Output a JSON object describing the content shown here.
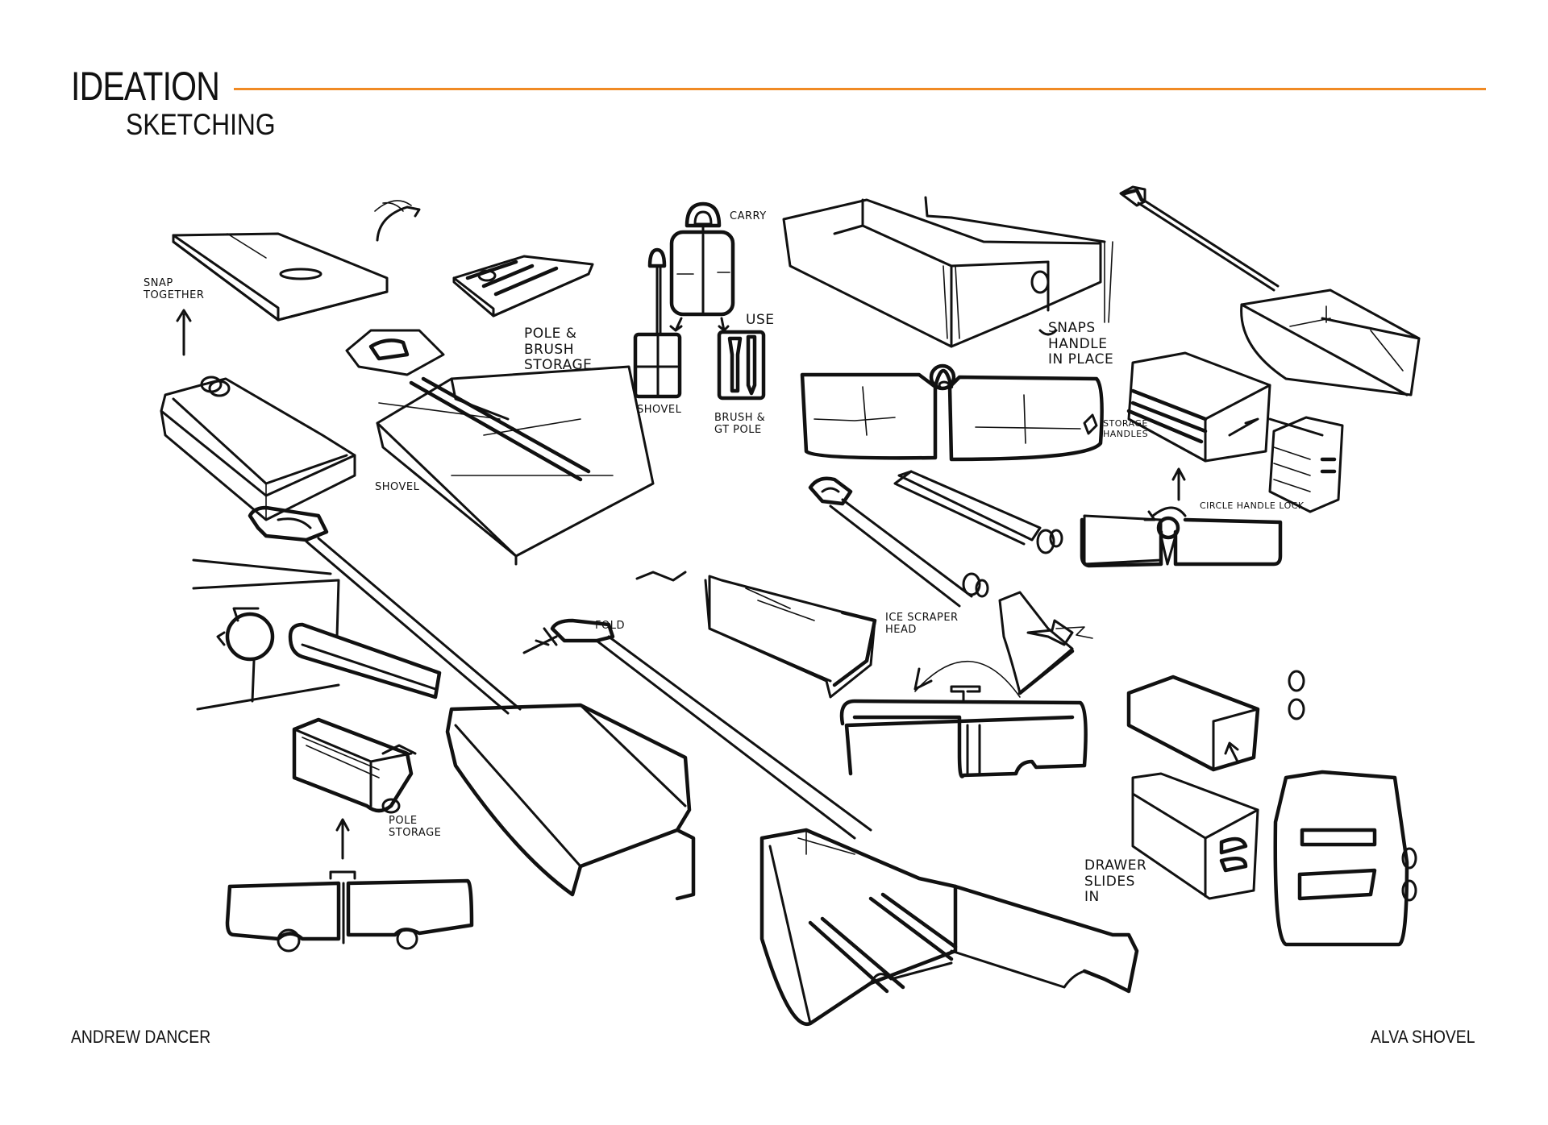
{
  "header": {
    "title": "IDEATION",
    "subtitle": "SKETCHING",
    "accent_color": "#f08a24"
  },
  "footer": {
    "author": "ANDREW DANCER",
    "project": "ALVA SHOVEL"
  },
  "annotations": {
    "snap_together": "SNAP\nTOGETHER",
    "pole_brush_storage": "Pole &\nBrush\nStorage",
    "shovel_1": "SHOVEL",
    "carry": "CARRY",
    "use": "USE",
    "shovel_2": "SHOVEL",
    "brush_pole": "BRUSH &\nGT POLE",
    "snaps_handle": "SNAPS\nHANDLE\nIN PLACE",
    "storage_handles": "STORAGE\nHANDLES",
    "circle_handle": "CIRCLE HANDLE LOCK",
    "ice_scraper": "ICE SCRAPER\nHEAD",
    "fold": "FOLD",
    "pole_storage": "POLE\nSTORAGE",
    "drawer_slides": "DRAWER\nSLIDES\nIN"
  },
  "sketches": [
    {
      "name": "snap-together-lid"
    },
    {
      "name": "lid-with-storage-tray"
    },
    {
      "name": "shovel-blade-with-pole-storage"
    },
    {
      "name": "carry-use-diagram"
    },
    {
      "name": "double-pan-with-handle"
    },
    {
      "name": "long-handle-scoop-shovel"
    },
    {
      "name": "split-pan-front-view"
    },
    {
      "name": "drawer-box"
    },
    {
      "name": "circle-handle-lock-front"
    },
    {
      "name": "d-grip-pole"
    },
    {
      "name": "ice-scraper-head"
    },
    {
      "name": "folding-shovel-long"
    },
    {
      "name": "pole-storage-box"
    },
    {
      "name": "drawer-unit-front"
    }
  ]
}
